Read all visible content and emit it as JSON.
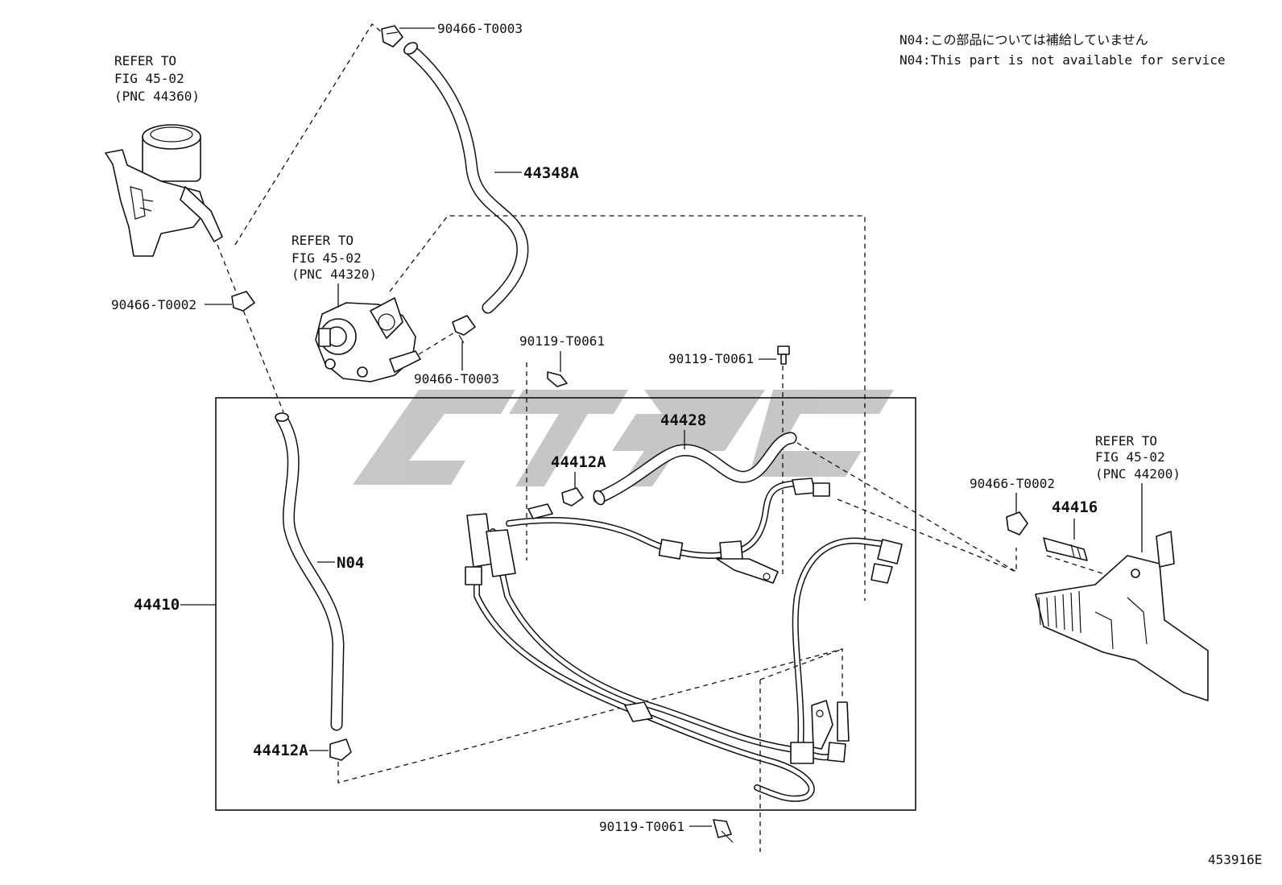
{
  "notes": {
    "jp": "N04:この部品については補給していません",
    "en": "N04:This part is not available for service"
  },
  "refs": {
    "reservoir": [
      "REFER TO",
      "FIG 45-02",
      "(PNC 44360)"
    ],
    "pump": [
      "REFER TO",
      "FIG 45-02",
      "(PNC 44320)"
    ],
    "gear": [
      "REFER TO",
      "FIG 45-02",
      "(PNC 44200)"
    ]
  },
  "parts": {
    "clamp_top": "90466-T0003",
    "hose_44348a": "44348A",
    "clamp_left": "90466-T0002",
    "clamp_pump": "90466-T0003",
    "bolt_1": "90119-T0061",
    "bolt_2": "90119-T0061",
    "hose_44428": "44428",
    "clamp_44412a_upper": "44412A",
    "clamp_right": "90466-T0002",
    "union_44416": "44416",
    "hose_n04": "N04",
    "assy_44410": "44410",
    "clamp_44412a_lower": "44412A",
    "bolt_3": "90119-T0061"
  },
  "watermark": "453916E",
  "colors": {
    "line": "#111111",
    "watermark_logo": "#bdbdbd"
  }
}
